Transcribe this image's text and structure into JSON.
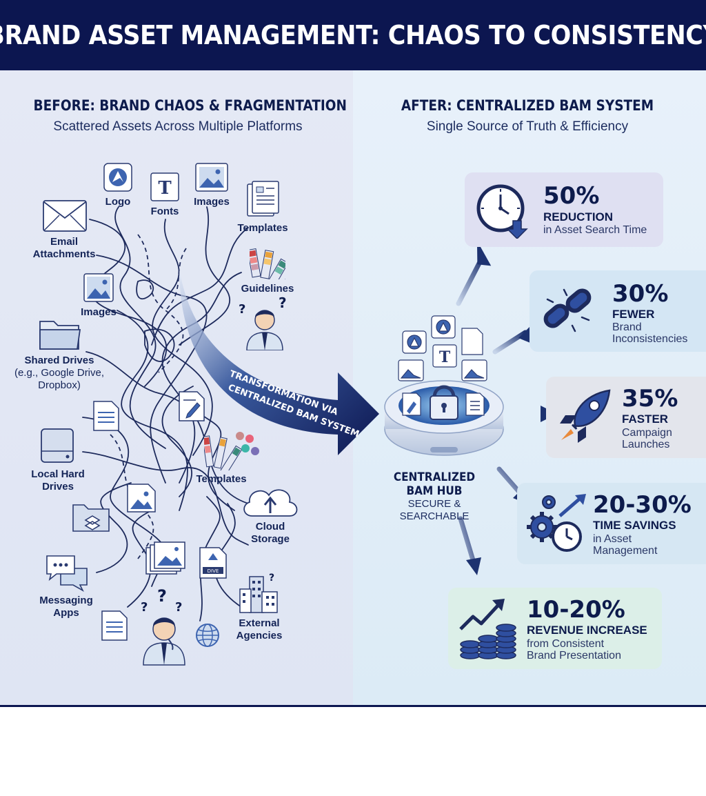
{
  "title": "BRAND ASSET MANAGEMENT: CHAOS TO CONSISTENCY",
  "before": {
    "title": "BEFORE: BRAND CHAOS & FRAGMENTATION",
    "subtitle": "Scattered Assets Across Multiple Platforms",
    "sources": {
      "logo": "Logo",
      "fonts": "Fonts",
      "images_top": "Images",
      "templates_top": "Templates",
      "email_1": "Email",
      "email_2": "Attachments",
      "guidelines": "Guidelines",
      "images_mid": "Images",
      "shared_1": "Shared Drives",
      "shared_2": "(e.g., Google Drive,",
      "shared_3": "Dropbox)",
      "local_1": "Local Hard",
      "local_2": "Drives",
      "templates_mid": "Templates",
      "cloud_1": "Cloud",
      "cloud_2": "Storage",
      "messaging_1": "Messaging",
      "messaging_2": "Apps",
      "agencies_1": "External",
      "agencies_2": "Agencies"
    },
    "arrow_text_1": "TRANSFORMATION VIA",
    "arrow_text_2": "CENTRALIZED BAM SYSTEM"
  },
  "after": {
    "title": "AFTER: CENTRALIZED BAM SYSTEM",
    "subtitle": "Single Source of Truth & Efficiency",
    "hub": {
      "line1": "CENTRALIZED",
      "line2": "BAM HUB",
      "line3": "SECURE &",
      "line4": "SEARCHABLE"
    },
    "stats": [
      {
        "pct": "50%",
        "head": "REDUCTION",
        "desc1": "in Asset Search Time",
        "desc2": "",
        "icon": "clock-down-icon",
        "color": "#dfe0f2"
      },
      {
        "pct": "30%",
        "head": "FEWER",
        "desc1": "Brand",
        "desc2": "Inconsistencies",
        "icon": "broken-chain-icon",
        "color": "#d4e6f4"
      },
      {
        "pct": "35%",
        "head": "FASTER",
        "desc1": "Campaign",
        "desc2": "Launches",
        "icon": "rocket-icon",
        "color": "#e3e5ec"
      },
      {
        "pct": "20-30%",
        "head": "TIME SAVINGS",
        "desc1": "in Asset",
        "desc2": "Management",
        "icon": "gears-clock-icon",
        "color": "#d6e7f3"
      },
      {
        "pct": "10-20%",
        "head": "REVENUE INCREASE",
        "desc1": "from Consistent",
        "desc2": "Brand Presentation",
        "icon": "growth-coins-icon",
        "color": "#dcefe8"
      }
    ]
  },
  "colors": {
    "navy": "#0c1650",
    "accent": "#3d5a9e",
    "left_bg": "#e5e9f5",
    "right_bg": "#e8f1fa"
  }
}
